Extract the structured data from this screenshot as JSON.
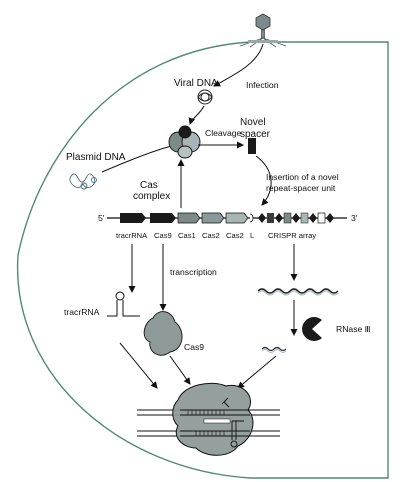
{
  "labels": {
    "viral_dna": "Viral DNA",
    "infection": "Infection",
    "cleavage": "Cleavage",
    "novel_spacer_line1": "Novel",
    "novel_spacer_line2": "spacer",
    "plasmid_dna": "Plasmid DNA",
    "cas_complex_line1": "Cas",
    "cas_complex_line2": "complex",
    "insertion_line1": "Insertion of a novel",
    "insertion_line2": "repeat-spacer unit",
    "five_prime": "5′",
    "three_prime": "3′",
    "transcription": "transcription",
    "tracrrna": "tracrRNA",
    "cas9": "Cas9",
    "rnase": "RNase Ⅲ"
  },
  "locus": {
    "genes": [
      "tracrRNA",
      "Cas9",
      "Cas1",
      "Cas2",
      "Cas2",
      "L",
      "CRISPR array"
    ]
  },
  "colors": {
    "cell_border": "#4f8a78",
    "dark_gene": "#1a1a1a",
    "cas1": "#7c8a88",
    "cas2": "#a9b4b4",
    "protein": "#8e9a99",
    "rna": "#9fb7c3",
    "stroke": "#111111"
  }
}
